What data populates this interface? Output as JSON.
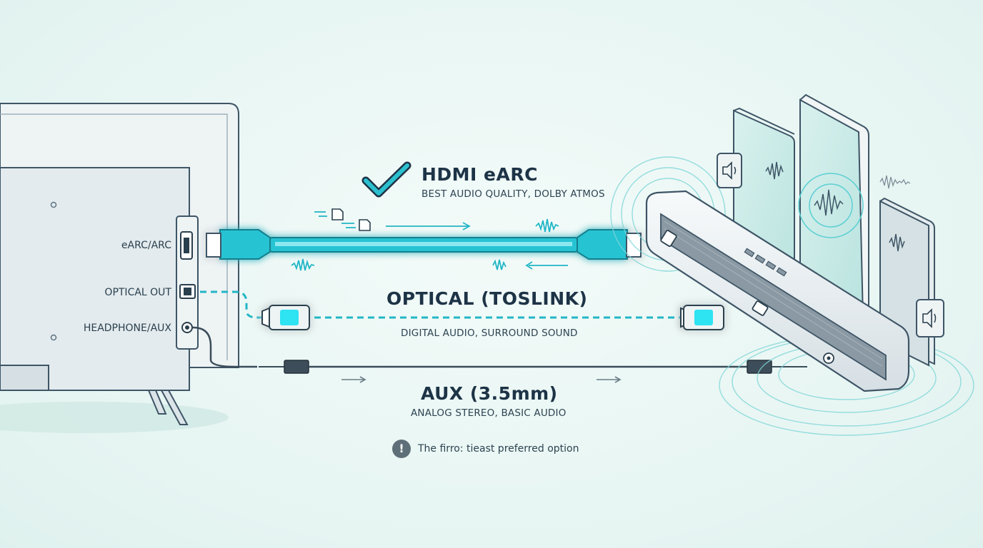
{
  "tv_ports": {
    "earc": "eARC/ARC",
    "optical": "OPTICAL OUT",
    "headphone": "HEADPHONE/AUX"
  },
  "connections": [
    {
      "title": "HDMI eARC",
      "subtitle": "BEST AUDIO QUALITY, DOLBY ATMOS",
      "color": "#1fb8c9"
    },
    {
      "title": "OPTICAL (TOSLINK)",
      "subtitle": "DIGITAL AUDIO, SURROUND SOUND",
      "color": "#2bb7c6"
    },
    {
      "title": "AUX (3.5mm)",
      "subtitle": "ANALOG STEREO, BASIC AUDIO",
      "color": "#3a4c5a"
    }
  ],
  "note": {
    "icon": "!",
    "text": "The firro: tieast preferred option"
  },
  "colors": {
    "accent": "#1fb8c9",
    "outline": "#3e5566",
    "device": "#eef3f5"
  },
  "icons": [
    "checkmark-icon",
    "speaker-icon",
    "sound-wave-icon",
    "arrow-right-icon",
    "arrow-left-icon",
    "document-icon",
    "exclamation-icon"
  ]
}
